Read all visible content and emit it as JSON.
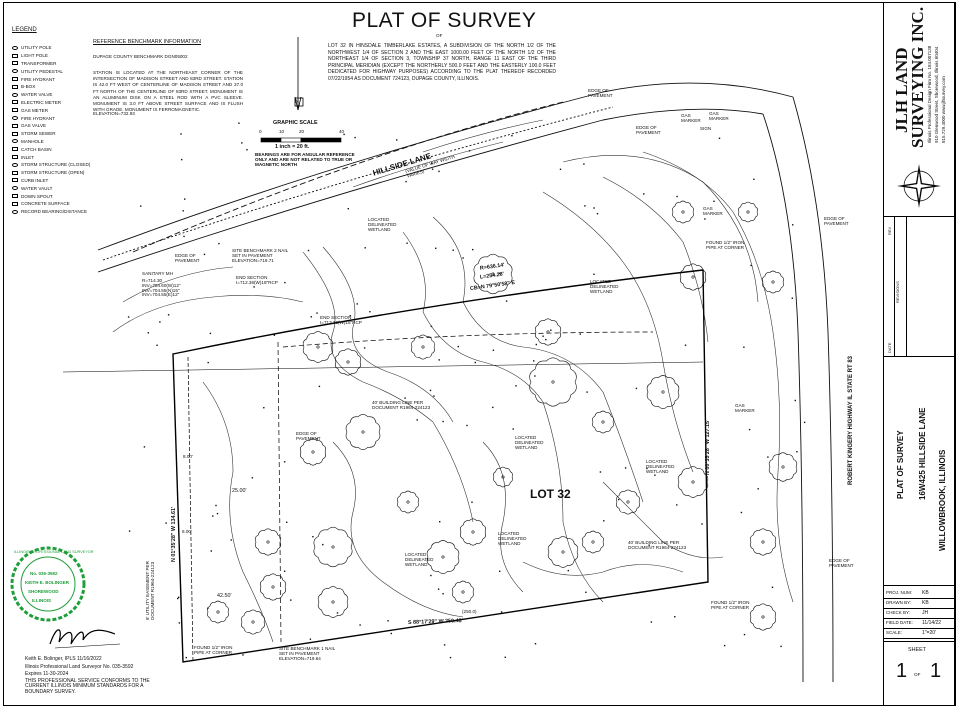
{
  "title": "PLAT OF SURVEY",
  "of": "OF",
  "description": "LOT 32 IN HINSDALE TIMBERLAKE ESTATES, A SUBDIVISION OF THE NORTH 1/2 OF THE NORTHWEST 1/4 OF SECTION 2 AND THE EAST 1000.00 FEET OF THE NORTH 1/2 OF THE NORTHEAST 1/4 OF SECTION 3, TOWNSHIP 37 NORTH, RANGE 11 EAST OF THE THIRD PRINCIPAL MERIDIAN (EXCEPT THE NORTHERLY 500.0 FEET AND THE EASTERLY 100.0 FEET DEDICATED FOR HIGHWAY PURPOSES) ACCORDING TO THE PLAT THEREOF RECORDED 07/22/1954 AS DOCUMENT 724123, DUPAGE COUNTY, ILLINOIS.",
  "legend": {
    "heading": "LEGEND",
    "items": [
      "UTILITY POLE",
      "LIGHT POLE",
      "TRANSFORMER",
      "UTILITY PEDESTAL",
      "FIRE HYDRANT",
      "B-BOX",
      "WATER VALVE",
      "ELECTRIC METER",
      "GAS METER",
      "FIRE HYDRANT",
      "GAS VALVE",
      "STORM SEWER",
      "MANHOLE",
      "CATCH BASIN",
      "INLET",
      "STORM STRUCTURE (CLOSED)",
      "STORM STRUCTURE (OPEN)",
      "CURB INLET",
      "WATER VAULT",
      "DOWN SPOUT",
      "CONCRETE SURFACE",
      "RECORD BEARING/DISTANCE"
    ]
  },
  "benchmark": {
    "heading": "REFERENCE BENCHMARK INFORMATION",
    "line1": "DUPAGE COUNTY BENCHMARK DGN05002",
    "body": "STATION IS LOCATED AT THE NORTHEAST CORNER OF THE INTERSECTION OF MADISON STREET AND 83RD STREET. STATION IS 42.0 FT WEST OF CENTERLINE OF MADISON STREET AND 37.0 FT NORTH OF THE CENTERLINE OF 83RD STREET. MONUMENT IS AN ALUMINUM DISK ON A STEEL ROD WITH A PVC SLEEVE. MONUMENT IS 3.0 FT ABOVE STREET SURFACE AND IS FLUSH WITH GRADE. MONUMENT IS FERROMAGNETIC.",
    "elevation": "ELEVATION=732.93"
  },
  "north_label": "N",
  "graphic_scale": {
    "title": "GRAPHIC SCALE",
    "ticks": [
      "0",
      "10",
      "20",
      "40"
    ],
    "scale_text": "1 inch = 20 ft.",
    "note": "BEARINGS ARE FOR ANGULAR REFERENCE ONLY AND ARE NOT RELATED TO TRUE OR MAGNETIC NORTH"
  },
  "labels": {
    "hillside_lane": "HILLSIDE LANE",
    "hillside_sub": "(VALUE OF WAY WIDTH VARIES)",
    "lot": "LOT 32",
    "robert_kingery": "ROBERT KINGERY HIGHWAY IL STATE RT 83",
    "edge_of_pavement": "EDGE OF PAVEMENT",
    "delineated_wetland": "LOCATED DELINEATED WETLAND",
    "sanitary_mh": "SANITARY MH",
    "sanitary_mh_data": "R=714.30 INV=704.60(W)12\" INV=704.55(N)15\" INV=704.55(E)12\"",
    "site_benchmark_2": "SITE BENCHMARK 2 NAIL SET IN PAVEMENT ELEVATION=719.71",
    "end_section_1": "END SECTION I=712.36(W)18\"RCP",
    "end_section_2": "END SECTION I=713.30(W)18\"RCP",
    "building_line_1": "40' BUILDING LINE PER DOCUMENT R1964-224123",
    "building_line_2": "40' BUILDING LINE PER DOCUMENT R1964-224123",
    "utility_easement": "8' UTILITY EASEMENT PER DOCUMENT R1964-224123",
    "found_pipe_1": "FOUND 1/2\" IRON PIPE AT CORNER",
    "found_pipe_2": "FOUND 1/2\" IRON PIPE AT CORNER",
    "found_pipe_3": "FOUND 1/2\" IRON PIPE AT CORNER",
    "site_benchmark_1": "SITE BENCHMARK 1 NAIL SET IN PAVEMENT ELEVATION=719.64",
    "gas_marker": "GAS MARKER",
    "sign": "SIGN",
    "curve_r": "R=636.14'",
    "curve_l": "L=254.28'",
    "curve_cb": "CB=N 79°50'58\" E",
    "bearing_south": "S 88°17'29\" W 250.48'",
    "bearing_south_rec": "(250.0)",
    "bearing_west": "N 01°35'28\" W 134.61'",
    "bearing_east": "N 00°35'28\" W 127.15'",
    "dim_25": "25.00'",
    "dim_8a": "8.00'",
    "dim_8b": "8.00'",
    "dim_42": "42.50'"
  },
  "signature": {
    "name_date": "Keith E. Bolinger, IPLS     11/16/2022",
    "license": "Illinois Professional Land Surveyor No. 035-3592",
    "expires": "Expires 11-30-2024",
    "conform": "THIS PROFESSIONAL SERVICE CONFORMS TO THE CURRENT ILLINOIS MINIMUM STANDARDS FOR A BOUNDARY SURVEY."
  },
  "seal": {
    "outer": "ILLINOIS PROFESSIONAL LAND SURVEYOR",
    "number": "No. 035-3592",
    "name": "KEITH E. BOLINGER",
    "city": "SHOREWOOD",
    "state": "ILLINOIS"
  },
  "company": {
    "name_1": "JLH LAND",
    "name_2": "SURVEYING INC.",
    "license": "Illinois Professional Design Firm No. 184.007138",
    "address": "910 Glenwood Street, Shorewood, Illinois 60404",
    "contact": "815.729.4000   www.jlhsurvey.com"
  },
  "title_block": {
    "rev_header": "REV",
    "revisions": "REVISIONS",
    "date_header": "DATE",
    "doc_title": "PLAT OF SURVEY",
    "address": "16W425 HILLSIDE LANE",
    "city": "WILLOWBROOK, ILLINOIS",
    "rows": [
      {
        "label": "PROJ. NUM:",
        "value": "KB"
      },
      {
        "label": "DRAWN BY:",
        "value": "KB"
      },
      {
        "label": "CHECK BY:",
        "value": "JH"
      },
      {
        "label": "FIELD DATE:",
        "value": "11/14/22"
      },
      {
        "label": "SCALE:",
        "value": "1\"=20'"
      }
    ],
    "sheet_label": "SHEET",
    "sheet_num": "1",
    "sheet_of": "OF",
    "sheet_total": "1"
  },
  "colors": {
    "line": "#111111",
    "seal": "#1f9e3a"
  }
}
